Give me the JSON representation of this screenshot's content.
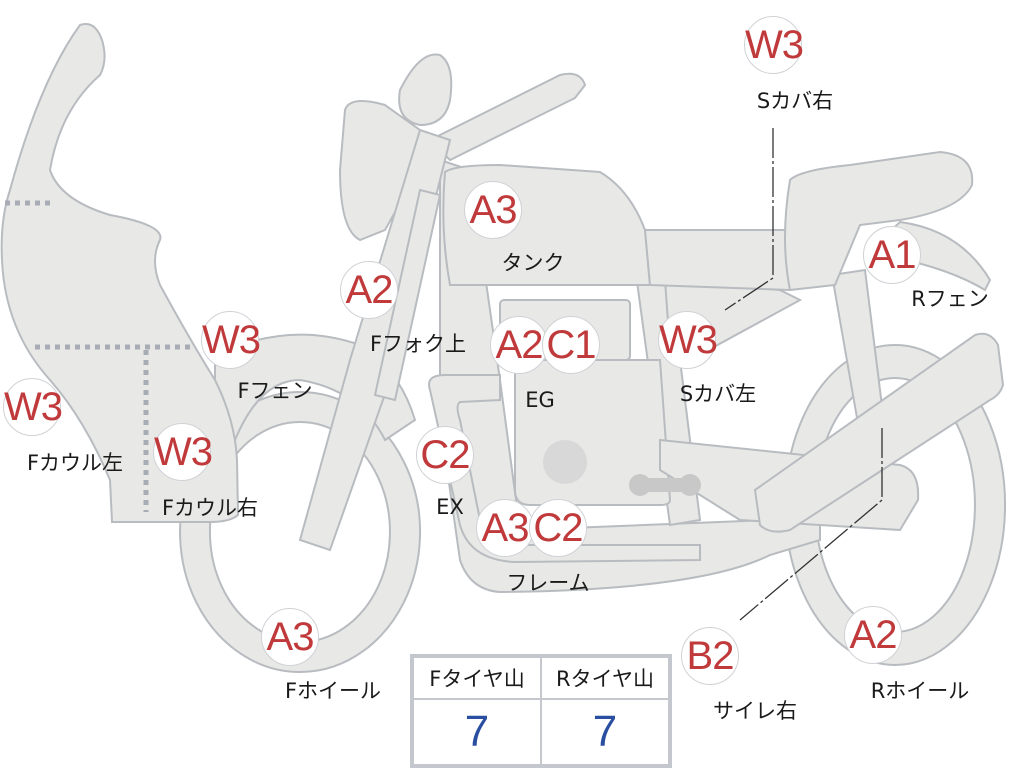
{
  "colors": {
    "part_fill": "#e8e8e6",
    "outline": "#b8bcc0",
    "grade_red": "#c0393b",
    "value_blue": "#2a4fa0"
  },
  "parts": [
    {
      "grade": [
        "W3"
      ],
      "label": "Sカバ右"
    },
    {
      "grade": [
        "A3"
      ],
      "label": "タンク"
    },
    {
      "grade": [
        "A1"
      ],
      "label": "Rフェン"
    },
    {
      "grade": [
        "A2"
      ],
      "label": "Fフォク上"
    },
    {
      "grade": [
        "W3"
      ],
      "label": "Fフェン"
    },
    {
      "grade": [
        "A2",
        "C1"
      ],
      "label": "EG"
    },
    {
      "grade": [
        "W3"
      ],
      "label": "Sカバ左"
    },
    {
      "grade": [
        "W3"
      ],
      "label": "Fカウル左"
    },
    {
      "grade": [
        "W3"
      ],
      "label": "Fカウル右"
    },
    {
      "grade": [
        "C2"
      ],
      "label": "EX"
    },
    {
      "grade": [
        "A3",
        "C2"
      ],
      "label": "フレーム"
    },
    {
      "grade": [
        "A3"
      ],
      "label": "Fホイール"
    },
    {
      "grade": [
        "B2"
      ],
      "label": "サイレ右"
    },
    {
      "grade": [
        "A2"
      ],
      "label": "Rホイール"
    }
  ],
  "tire_table": {
    "headers": [
      "Fタイヤ山",
      "Rタイヤ山"
    ],
    "values": [
      "7",
      "7"
    ]
  }
}
